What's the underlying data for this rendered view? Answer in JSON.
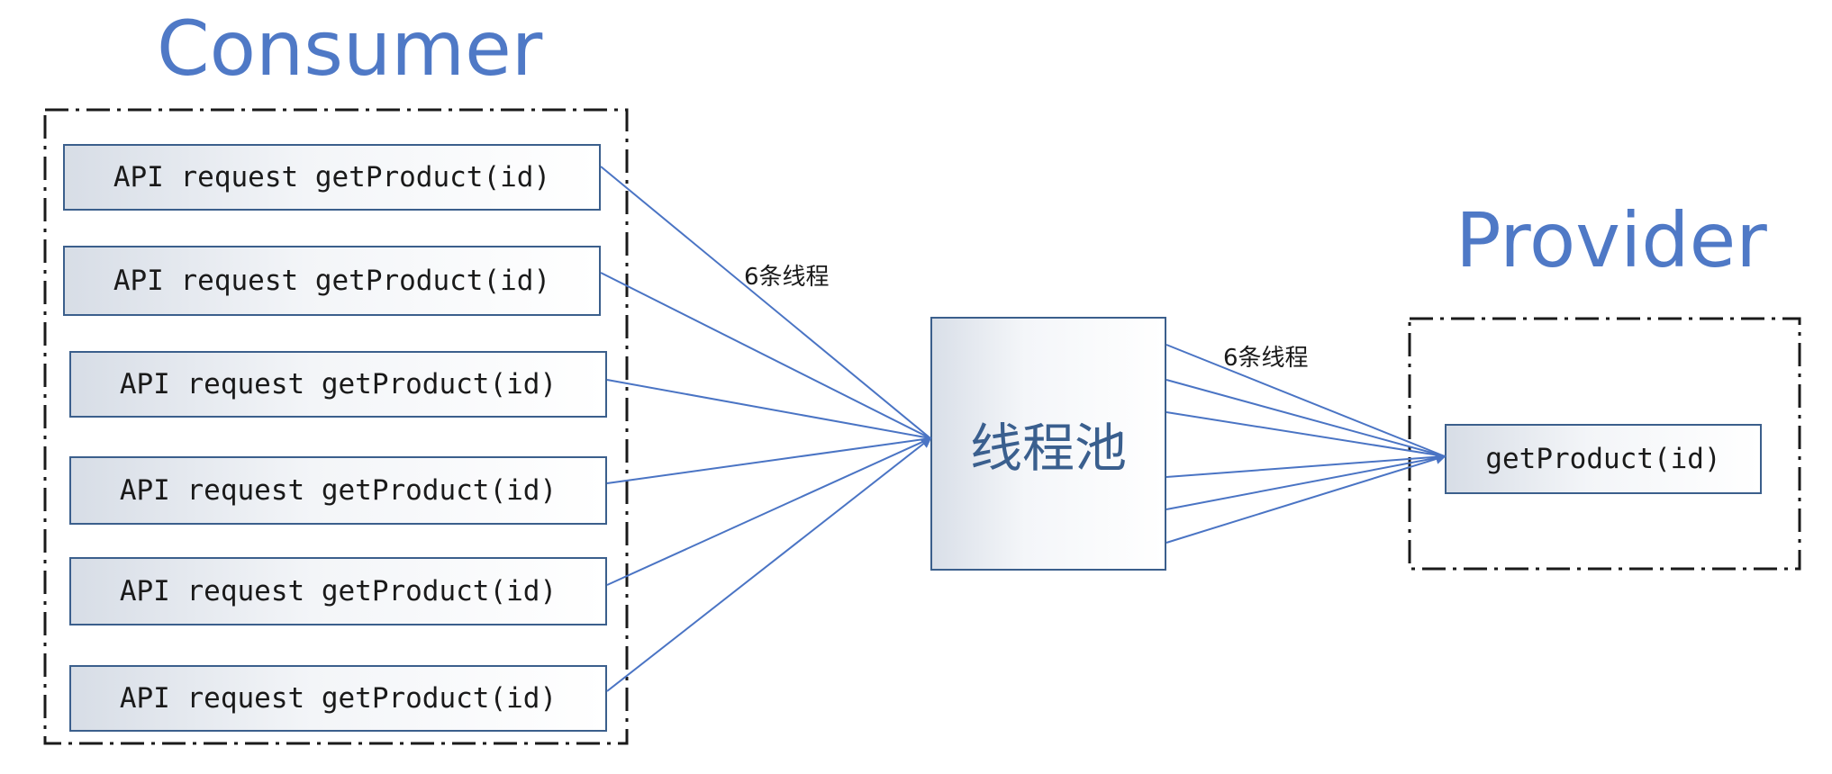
{
  "consumer": {
    "title": "Consumer",
    "requests": [
      {
        "label": "API request getProduct(id)"
      },
      {
        "label": "API request getProduct(id)"
      },
      {
        "label": "API request getProduct(id)"
      },
      {
        "label": "API request getProduct(id)"
      },
      {
        "label": "API request getProduct(id)"
      },
      {
        "label": "API request getProduct(id)"
      }
    ]
  },
  "thread_pool": {
    "label": "线程池"
  },
  "provider": {
    "title": "Provider",
    "method_label": "getProduct(id)"
  },
  "edges": {
    "consumer_to_pool_label": "6条线程",
    "pool_to_provider_label": "6条线程"
  },
  "colors": {
    "title": "#4f79c6",
    "arrow": "#4a74c4",
    "box_border": "#3b5f8c",
    "group_border": "#1a1a1a"
  }
}
